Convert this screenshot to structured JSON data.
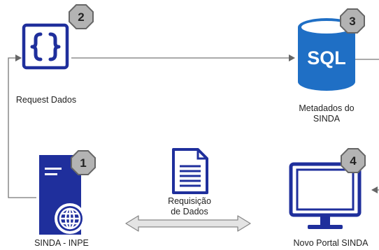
{
  "nodes": [
    {
      "number": "1",
      "label": "SINDA - INPE",
      "icon": "server-globe-icon"
    },
    {
      "number": "2",
      "label": "Request Dados",
      "icon": "curly-braces-icon"
    },
    {
      "number": "3",
      "label_line1": "Metadados do",
      "label_line2": "SINDA",
      "icon_text": "SQL",
      "icon": "sql-database-icon"
    },
    {
      "number": "4",
      "label": "Novo Portal SINDA",
      "icon": "monitor-icon"
    }
  ],
  "middle": {
    "label_line1": "Requisição",
    "label_line2": "de Dados",
    "icon": "document-icon",
    "arrow": "double-headed-arrow"
  },
  "colors": {
    "primary_blue": "#1f2f9c",
    "sql_blue": "#1f6fc5",
    "badge_fill": "#b3b3b3",
    "badge_stroke": "#666666",
    "connector": "#777777",
    "arrow_fill": "#e4e4e4"
  }
}
